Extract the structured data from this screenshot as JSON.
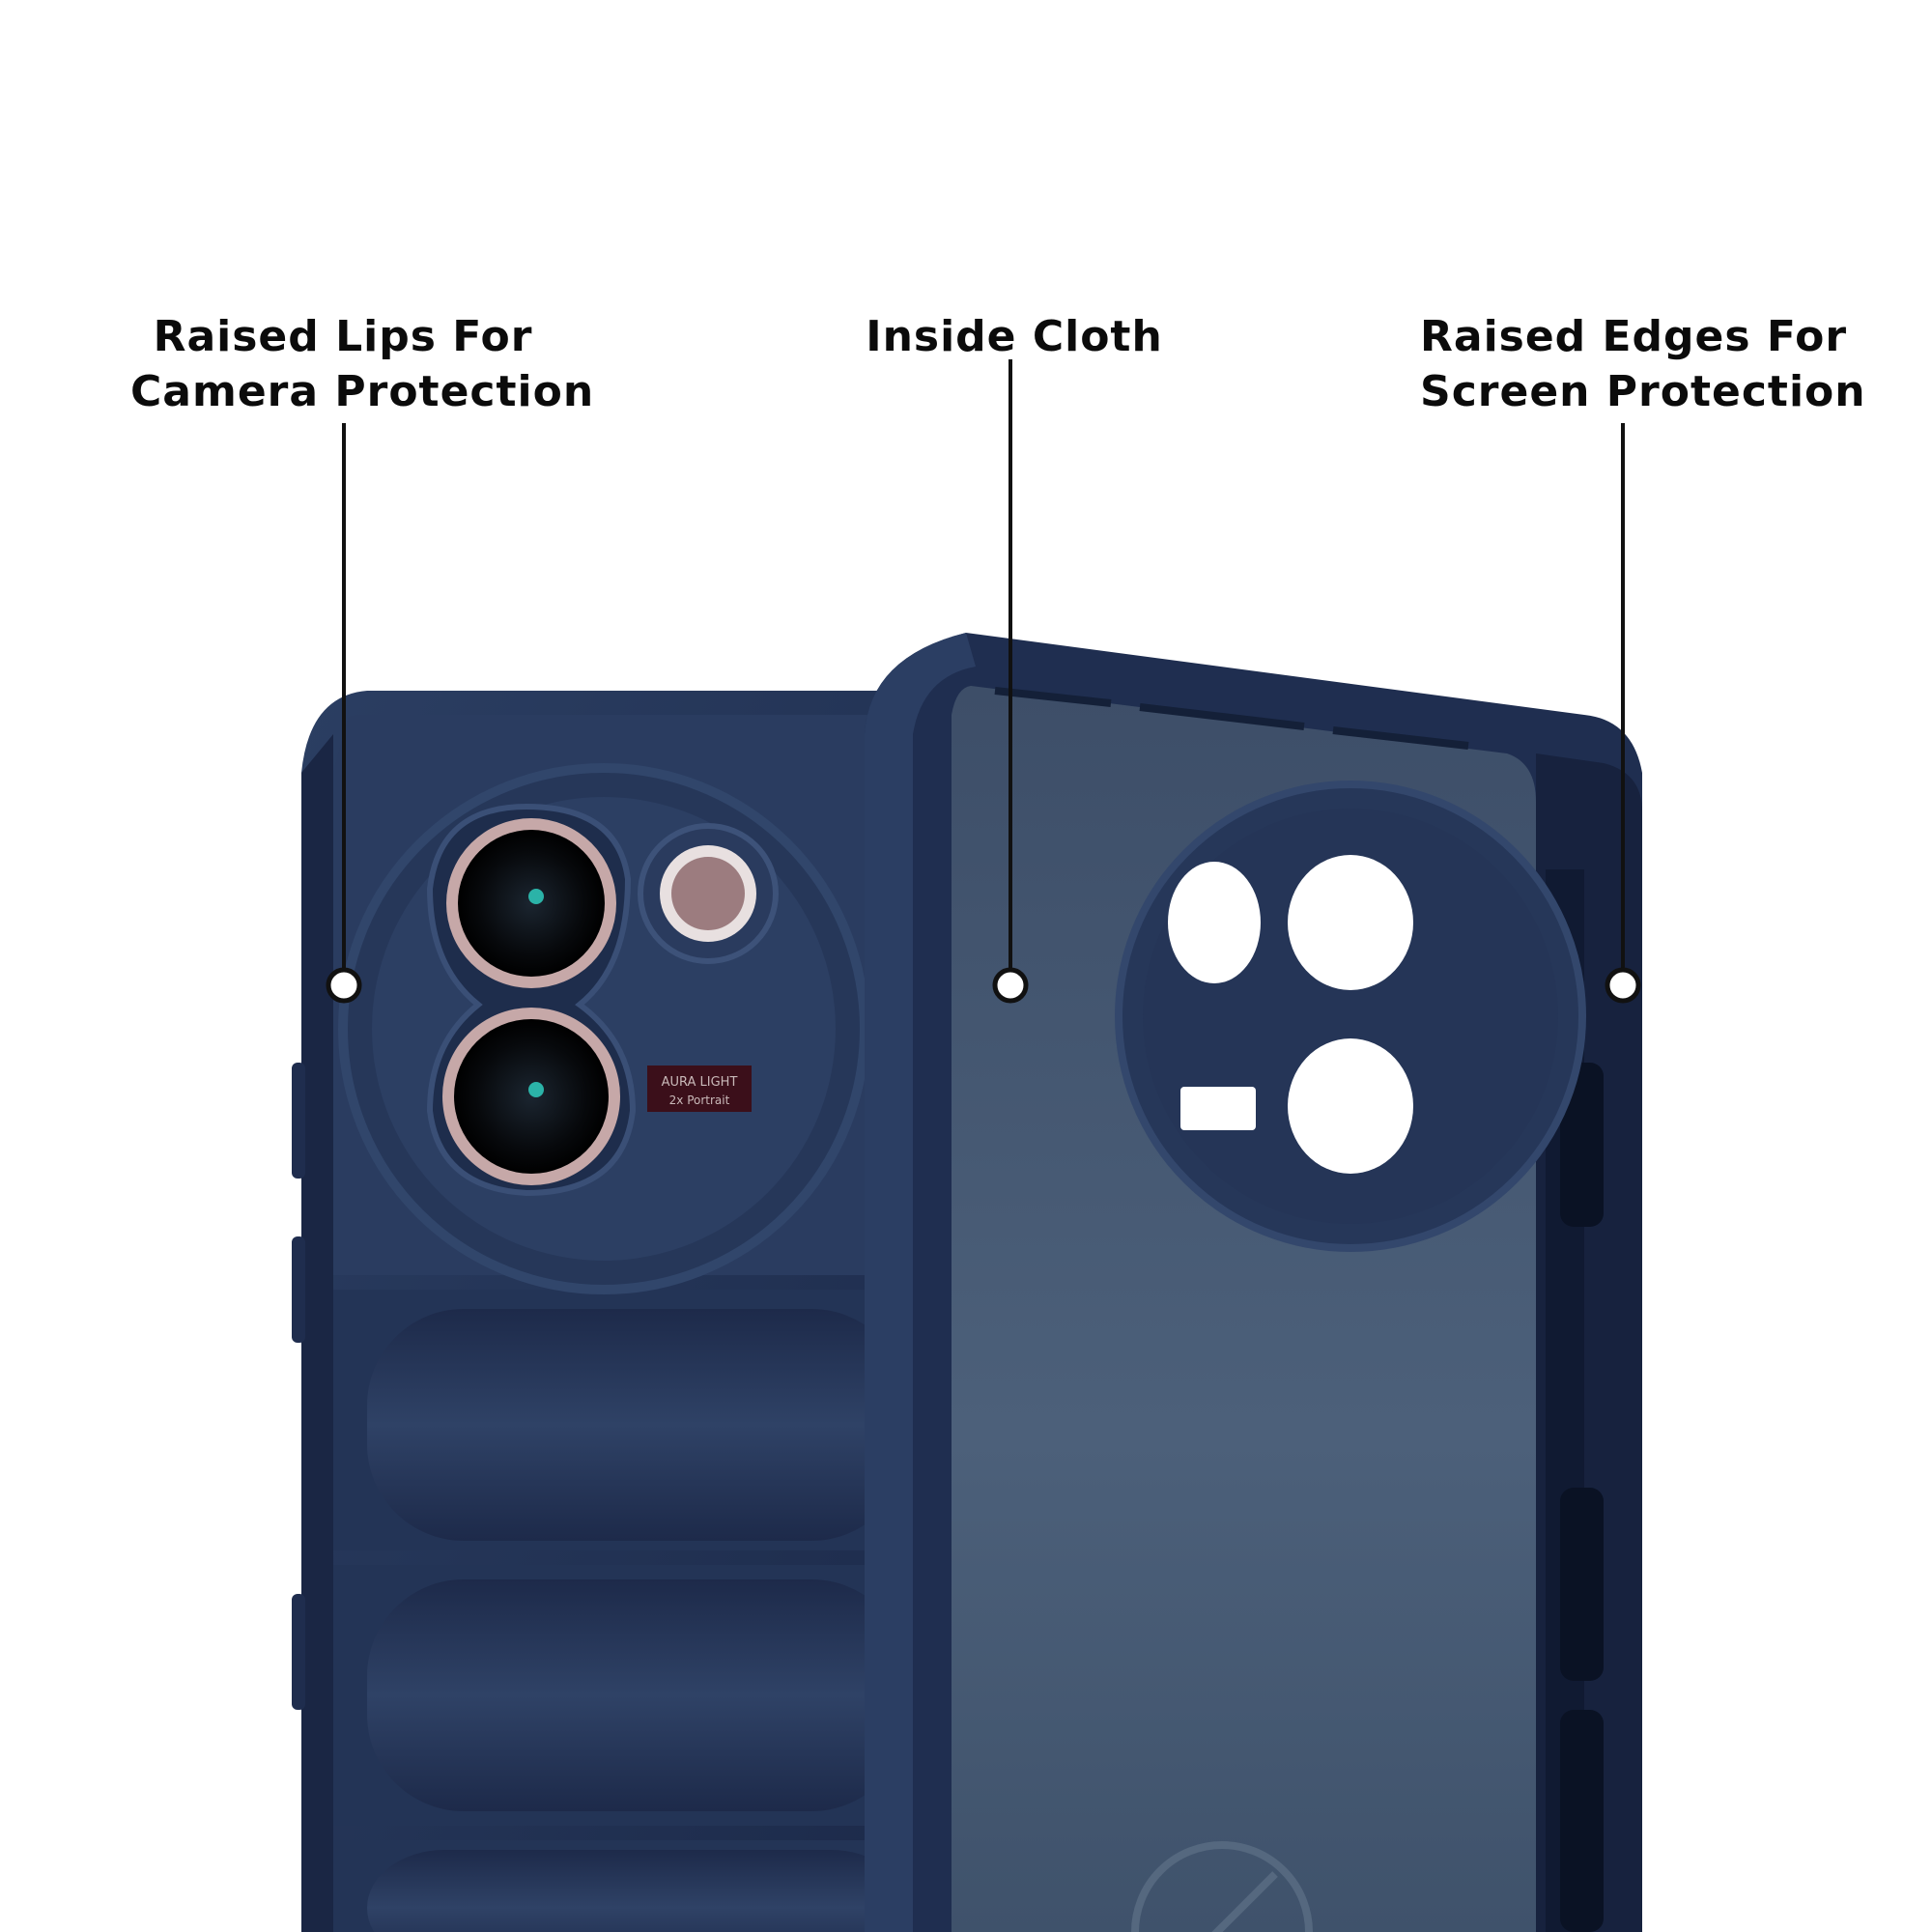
{
  "callouts": {
    "camera": {
      "line1": "Raised Lips For",
      "line2": "Camera Protection"
    },
    "cloth": {
      "line1": "Inside Cloth"
    },
    "screen": {
      "line1": "Raised Edges For",
      "line2": "Screen Protection"
    }
  },
  "lens_badge": {
    "line1": "AURA LIGHT",
    "line2": "2x Portrait"
  },
  "colors": {
    "case_navy": "#27385a",
    "case_dark": "#1b2847",
    "inner_panel": "#465a73",
    "lens_ring": "#c9a6a6",
    "leader_line": "#111111"
  },
  "icons": [
    "dot-marker-icon",
    "camera-lens-icon",
    "flash-icon"
  ]
}
